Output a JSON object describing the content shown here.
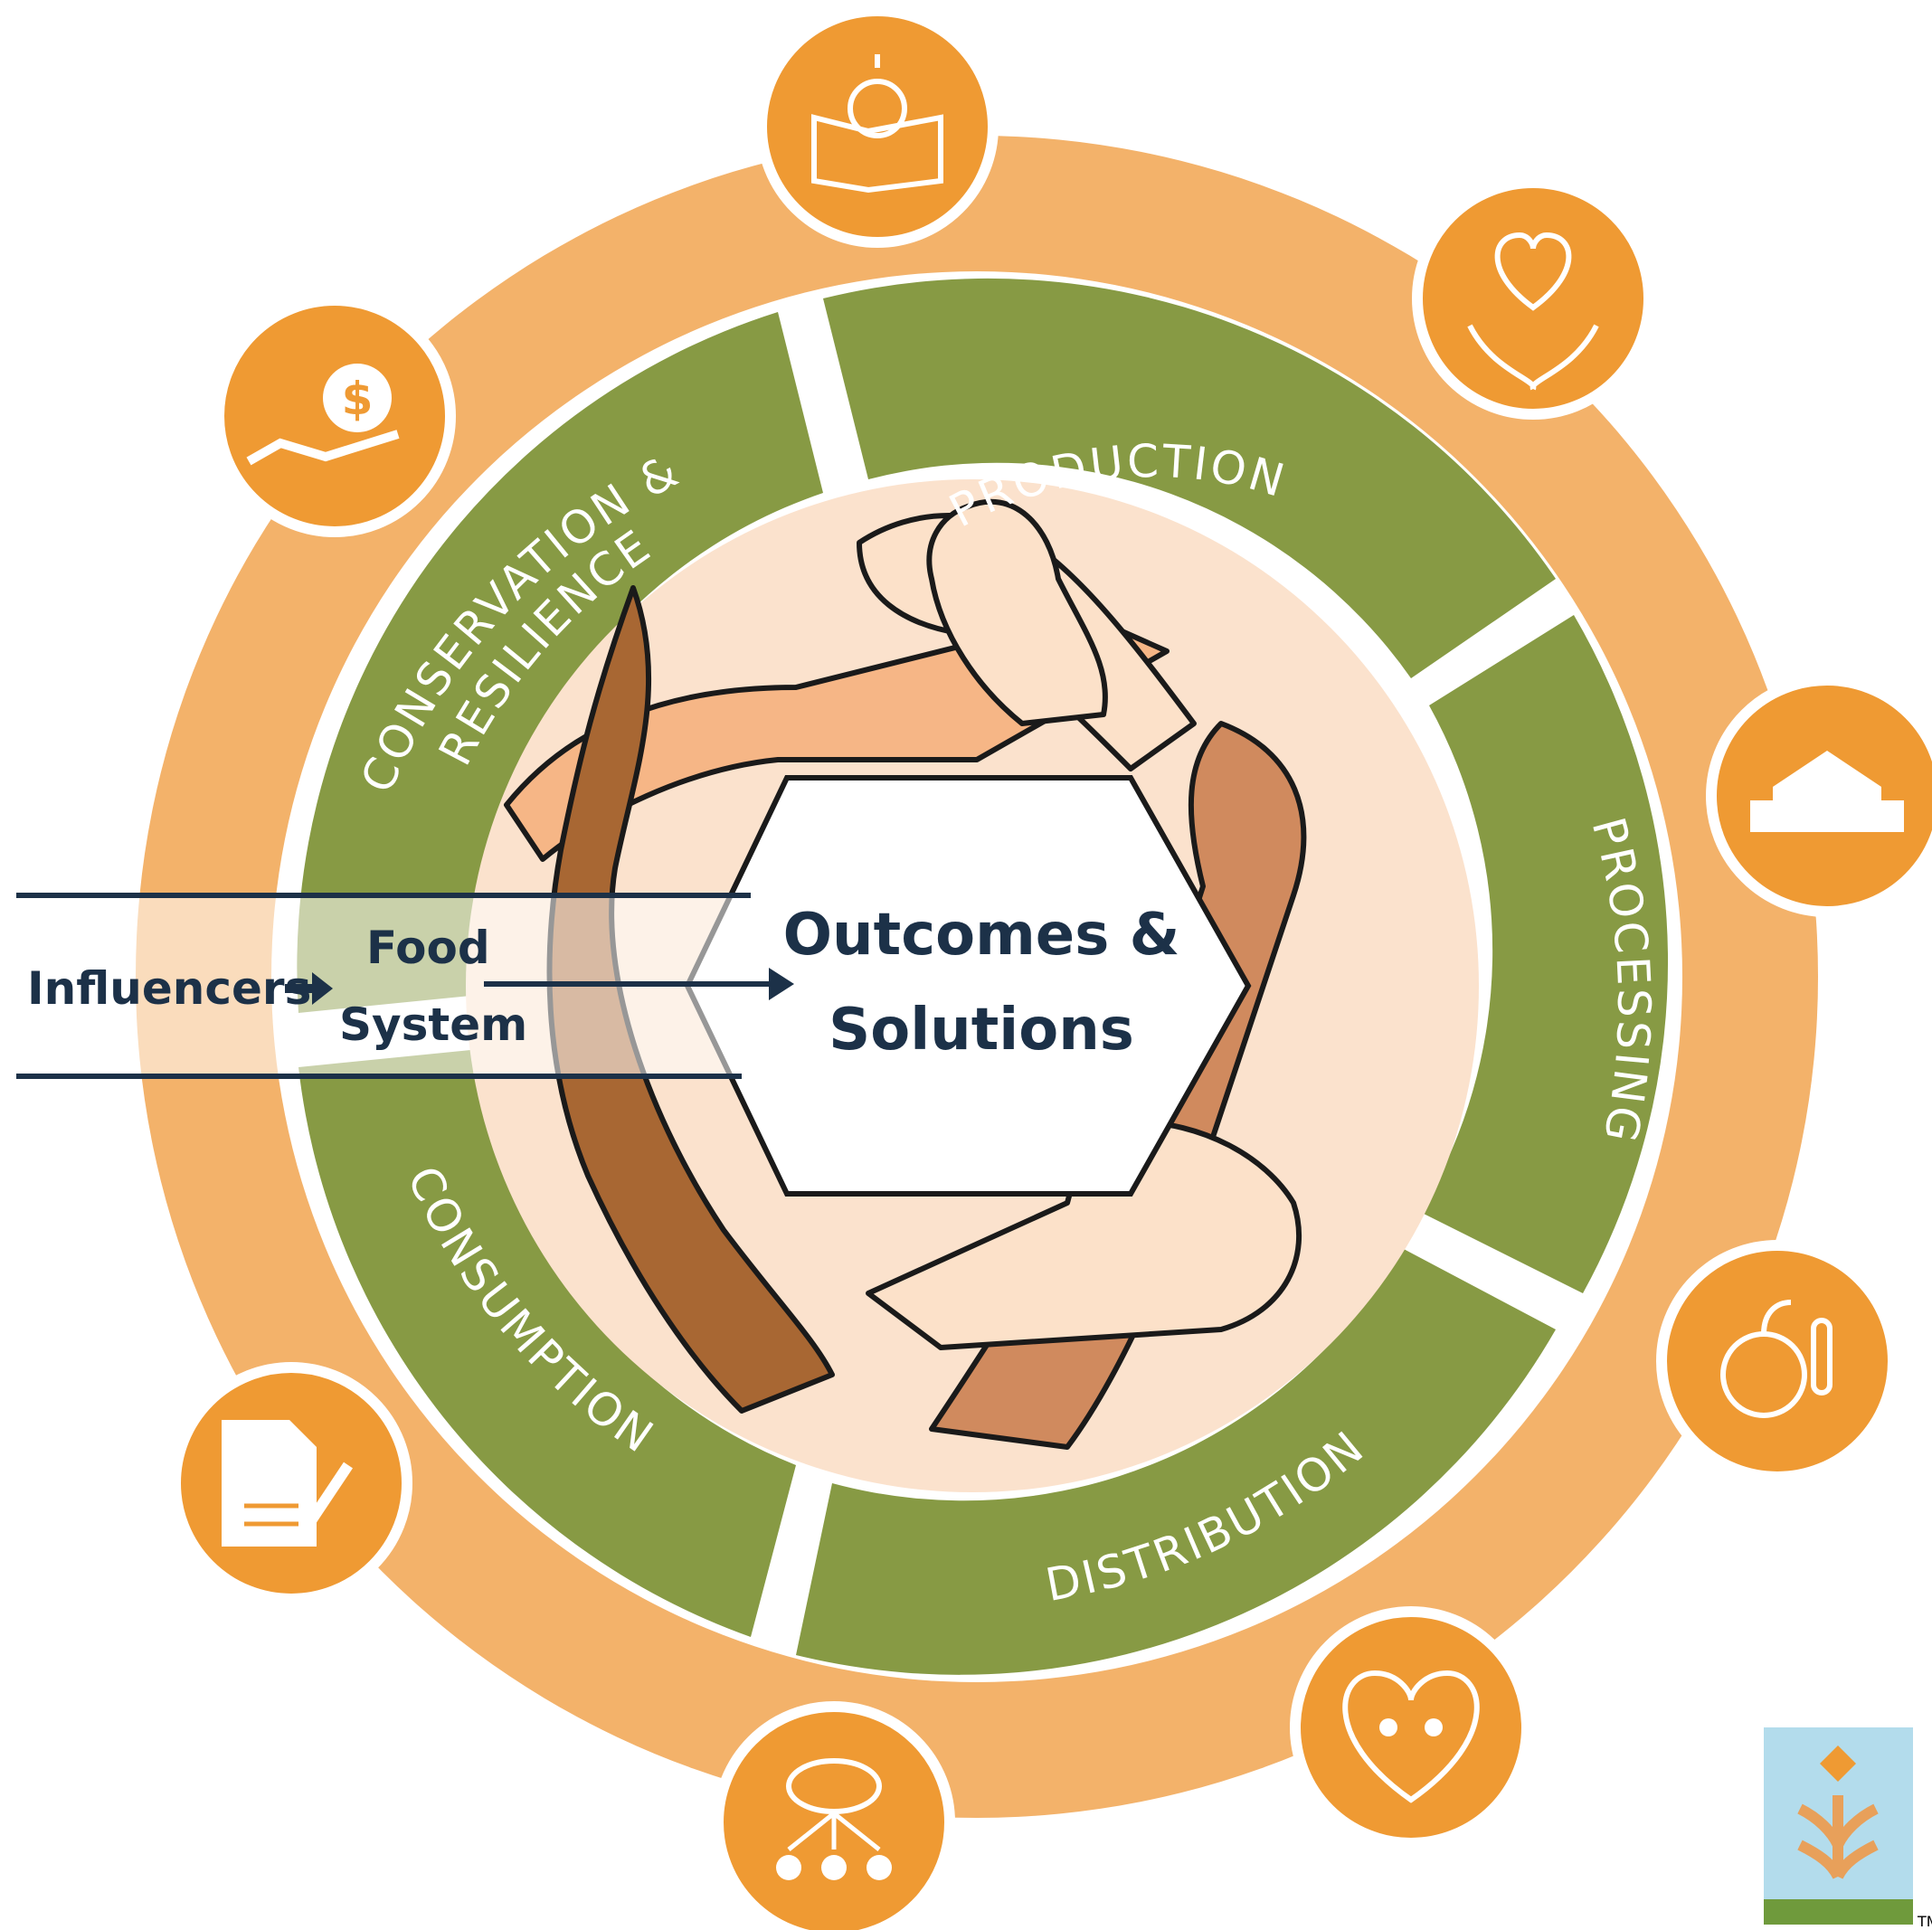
{
  "center": {
    "line1": "Outcomes &",
    "line2": "Solutions"
  },
  "flow": {
    "influencers": "Influencers",
    "food": "Food",
    "system": "System"
  },
  "segments": {
    "production": "PRODUCTION",
    "processing": "PROCESSING",
    "distribution": "DISTRIBUTION",
    "consumption": "CONSUMPTION",
    "conservation_line1": "CONSERVATION &",
    "conservation_line2": "RESILIENCE"
  },
  "icons": [
    "lightbulb-book-icon",
    "heart-hands-icon",
    "houses-icon",
    "climate-thermometer-icon",
    "family-heart-icon",
    "community-network-icon",
    "document-pen-icon",
    "money-hand-icon"
  ],
  "logo": {
    "trademark": "TM"
  },
  "colors": {
    "outer_ring": "#f3b26a",
    "icon_circle": "#ef9a33",
    "segment_green": "#879a44",
    "navy": "#1c3148",
    "logo_bg": "#b3dcec",
    "logo_green": "#6f9a3c",
    "skin_light": "#fce1c9",
    "skin_peach": "#f6b686",
    "skin_tan": "#d08a5e",
    "skin_brown": "#a86733"
  }
}
